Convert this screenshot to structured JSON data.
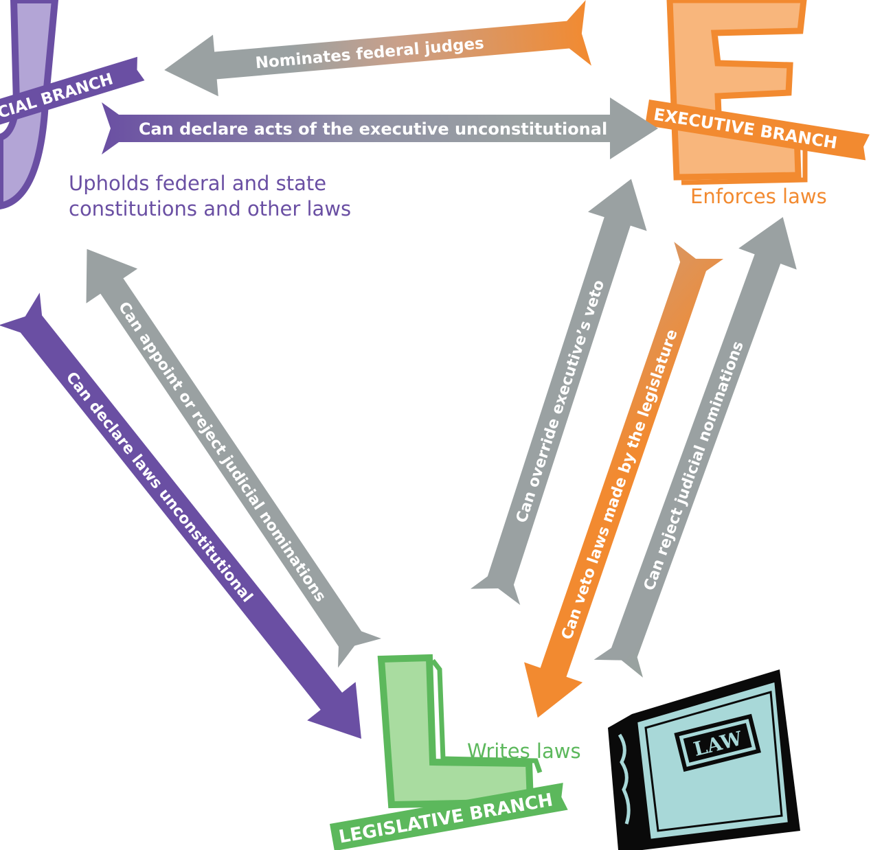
{
  "branches": {
    "judicial": {
      "banner": "CIAL BRANCH",
      "role_line1": "Upholds federal and state",
      "role_line2": "constitutions and other laws",
      "color": "#6a4fa3",
      "light": "#b3a5d6"
    },
    "executive": {
      "banner": "EXECUTIVE BRANCH",
      "role": "Enforces laws",
      "color": "#f28a30",
      "light": "#f8b67c"
    },
    "legislative": {
      "banner": "LEGISLATIVE BRANCH",
      "role": "Writes laws",
      "color": "#5cb85c",
      "light": "#a9dca0"
    }
  },
  "checks": {
    "nominates": "Nominates federal judges",
    "declare_exec": "Can declare acts of the executive unconstitutional",
    "declare_laws": "Can declare laws unconstitutional",
    "appoint": "Can appoint or reject judicial nominations",
    "override": "Can override executive’s veto",
    "veto": "Can veto laws made by the legislature",
    "reject": "Can reject judicial nominations"
  },
  "book": {
    "label": "LAW"
  },
  "colors": {
    "arrow_gray": "#9aa1a2"
  }
}
